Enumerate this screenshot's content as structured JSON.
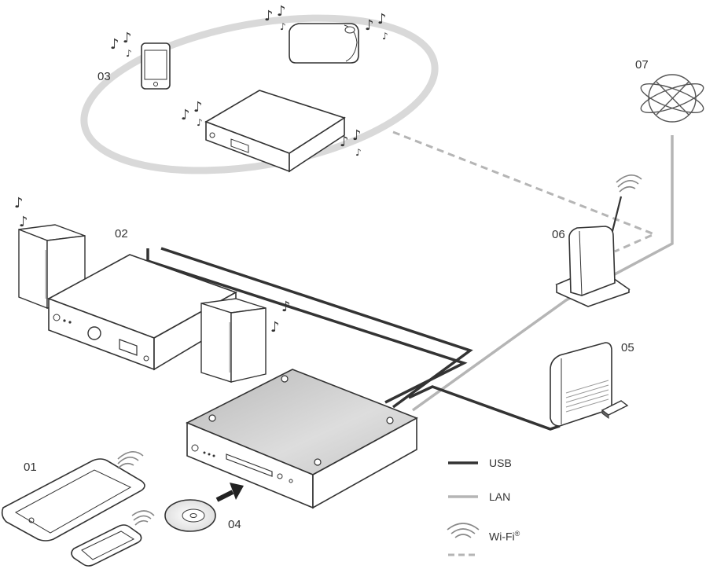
{
  "labels": {
    "tablet": "01",
    "amplifier": "02",
    "multiroom": "03",
    "disc": "04",
    "usb_drive": "05",
    "router": "06",
    "internet": "07"
  },
  "legend": {
    "usb": "USB",
    "lan": "LAN",
    "wifi": "Wi-Fi",
    "wifi_mark": "®"
  },
  "colors": {
    "usb_line": "#333333",
    "lan_line": "#b5b5b5",
    "wifi_line": "#b5b5b5",
    "device_stroke": "#333333",
    "device_fill": "#ffffff",
    "player_top": "#c9c9c9",
    "halo": "#d9d9d9"
  },
  "icons": {
    "note": "♪",
    "wifi": "wifi-waves-icon",
    "arrow": "insert-arrow-icon",
    "globe": "globe-icon"
  }
}
